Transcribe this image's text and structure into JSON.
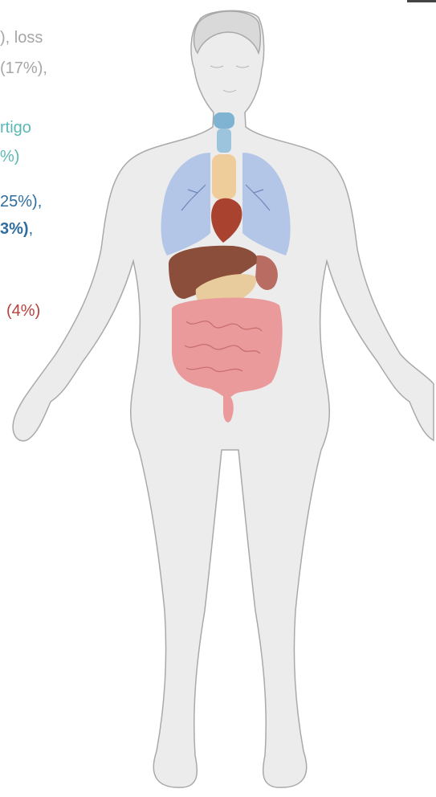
{
  "annotations": {
    "gray_line1": "), loss",
    "gray_line2": "(17%),",
    "teal_line1": "rtigo",
    "teal_line2": "%)",
    "blue_line1": "25%),",
    "blue_line2_bold": "3%)",
    "blue_line2_tail": ",",
    "red_line1": "(4%)"
  },
  "colors": {
    "gray": "#a6a6a6",
    "teal": "#5bb8b4",
    "blue": "#2f6d9e",
    "red": "#b5413f",
    "body_fill": "#ececec",
    "body_stroke": "#a9a9a9",
    "lungs": "#a9bfe8",
    "thyroid": "#7fb3d1",
    "intestine": "#ea9a9a",
    "liver": "#8a4e3b"
  }
}
